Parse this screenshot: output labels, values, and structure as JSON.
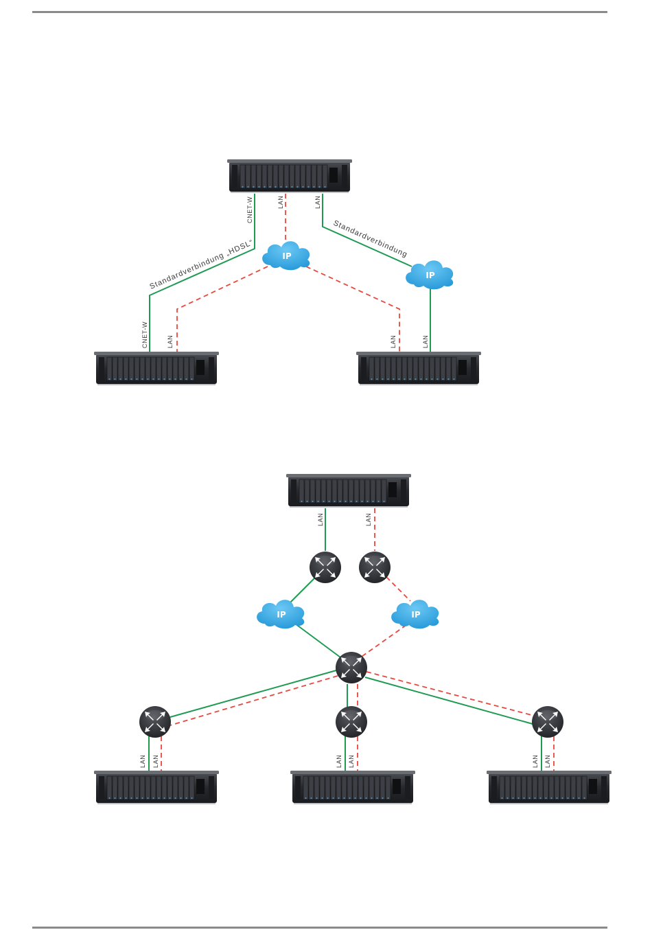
{
  "colors": {
    "green_link": "#1f9a52",
    "red_link": "#e8473c",
    "cloud": "#29a8e8",
    "rule": "#8a8a8a",
    "server_body": "#2b2d31",
    "router": "#2f3136"
  },
  "icons": {
    "server": "rack-server-icon",
    "cloud": "ip-cloud-icon",
    "router": "router-icon"
  },
  "diagram1": {
    "cloud_label": "IP",
    "cloud2_label": "IP",
    "label_cnet_top": "CNET-W",
    "label_lan_top_red": "LAN",
    "label_lan_top_green": "LAN",
    "label_hdsl": "Standardverbindung „HDSL“",
    "label_standard": "Standardverbindung",
    "label_cnet_left": "CNET-W",
    "label_lan_left": "LAN",
    "label_lan_right_red": "LAN",
    "label_lan_right_green": "LAN"
  },
  "diagram2": {
    "cloud_left_label": "IP",
    "cloud_right_label": "IP",
    "label_lan_top_green": "LAN",
    "label_lan_top_red": "LAN",
    "label_lan_s1_green": "LAN",
    "label_lan_s1_red": "LAN",
    "label_lan_s2_green": "LAN",
    "label_lan_s2_red": "LAN",
    "label_lan_s3_green": "LAN",
    "label_lan_s3_red": "LAN"
  }
}
